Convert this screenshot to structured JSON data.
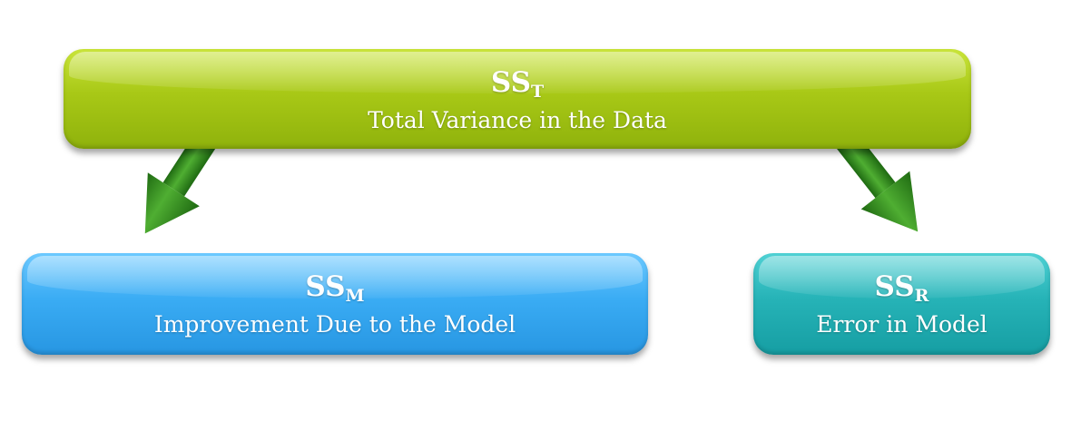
{
  "nodes": {
    "total": {
      "symbol": "SS",
      "subscript": "T",
      "label": "Total Variance in the Data",
      "color": "#a8c816"
    },
    "model": {
      "symbol": "SS",
      "subscript": "M",
      "label": "Improvement Due to the Model",
      "color": "#3aacf4"
    },
    "residual": {
      "symbol": "SS",
      "subscript": "R",
      "label": "Error in Model",
      "color": "#26b3b7"
    }
  },
  "edges": [
    {
      "from": "total",
      "to": "model",
      "color": "#2f8a1e"
    },
    {
      "from": "total",
      "to": "residual",
      "color": "#2f8a1e"
    }
  ]
}
